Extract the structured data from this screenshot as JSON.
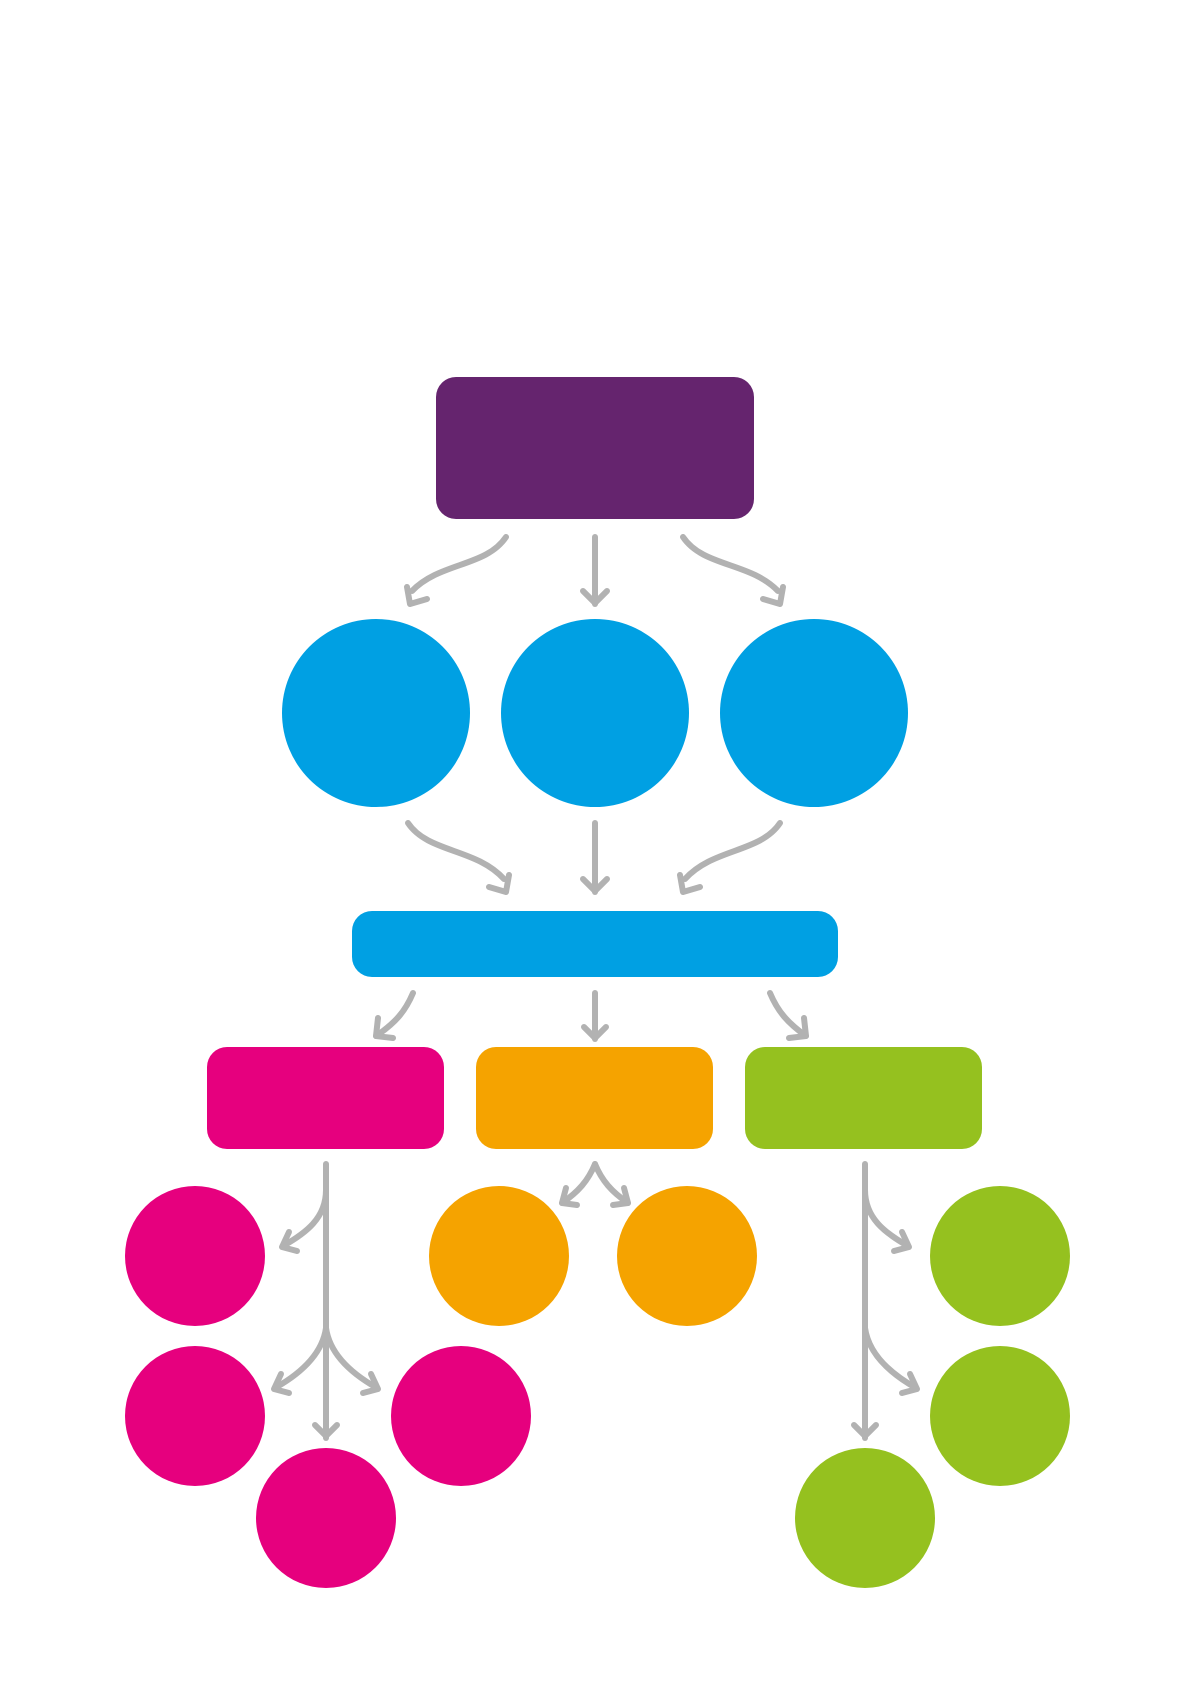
{
  "colors": {
    "root": "#65246e",
    "level1": "#00a0e3",
    "merge": "#00a0e3",
    "magenta": "#e6007e",
    "orange": "#f5a300",
    "green": "#95c11f",
    "arrow": "#b2b2b2",
    "background": "#ffffff"
  },
  "nodes": [
    {
      "id": "root-box",
      "kind": "box",
      "color": "root"
    },
    {
      "id": "level1-circle-left",
      "kind": "circle",
      "color": "level1"
    },
    {
      "id": "level1-circle-center",
      "kind": "circle",
      "color": "level1"
    },
    {
      "id": "level1-circle-right",
      "kind": "circle",
      "color": "level1"
    },
    {
      "id": "merge-bar",
      "kind": "box",
      "color": "merge"
    },
    {
      "id": "branch-box-magenta",
      "kind": "box",
      "color": "magenta"
    },
    {
      "id": "branch-box-orange",
      "kind": "box",
      "color": "orange"
    },
    {
      "id": "branch-box-green",
      "kind": "box",
      "color": "green"
    },
    {
      "id": "magenta-circle-1",
      "kind": "circle",
      "color": "magenta"
    },
    {
      "id": "magenta-circle-2",
      "kind": "circle",
      "color": "magenta"
    },
    {
      "id": "magenta-circle-3",
      "kind": "circle",
      "color": "magenta"
    },
    {
      "id": "magenta-circle-4",
      "kind": "circle",
      "color": "magenta"
    },
    {
      "id": "orange-circle-1",
      "kind": "circle",
      "color": "orange"
    },
    {
      "id": "orange-circle-2",
      "kind": "circle",
      "color": "orange"
    },
    {
      "id": "green-circle-1",
      "kind": "circle",
      "color": "green"
    },
    {
      "id": "green-circle-2",
      "kind": "circle",
      "color": "green"
    },
    {
      "id": "green-circle-3",
      "kind": "circle",
      "color": "green"
    }
  ],
  "edges": [
    {
      "from": "root-box",
      "to": "level1-circle-left"
    },
    {
      "from": "root-box",
      "to": "level1-circle-center"
    },
    {
      "from": "root-box",
      "to": "level1-circle-right"
    },
    {
      "from": "level1-circle-left",
      "to": "merge-bar"
    },
    {
      "from": "level1-circle-center",
      "to": "merge-bar"
    },
    {
      "from": "level1-circle-right",
      "to": "merge-bar"
    },
    {
      "from": "merge-bar",
      "to": "branch-box-magenta"
    },
    {
      "from": "merge-bar",
      "to": "branch-box-orange"
    },
    {
      "from": "merge-bar",
      "to": "branch-box-green"
    },
    {
      "from": "branch-box-magenta",
      "to": "magenta-circle-1"
    },
    {
      "from": "branch-box-magenta",
      "to": "magenta-circle-2"
    },
    {
      "from": "branch-box-magenta",
      "to": "magenta-circle-3"
    },
    {
      "from": "branch-box-magenta",
      "to": "magenta-circle-4"
    },
    {
      "from": "branch-box-orange",
      "to": "orange-circle-1"
    },
    {
      "from": "branch-box-orange",
      "to": "orange-circle-2"
    },
    {
      "from": "branch-box-green",
      "to": "green-circle-1"
    },
    {
      "from": "branch-box-green",
      "to": "green-circle-2"
    },
    {
      "from": "branch-box-green",
      "to": "green-circle-3"
    }
  ]
}
